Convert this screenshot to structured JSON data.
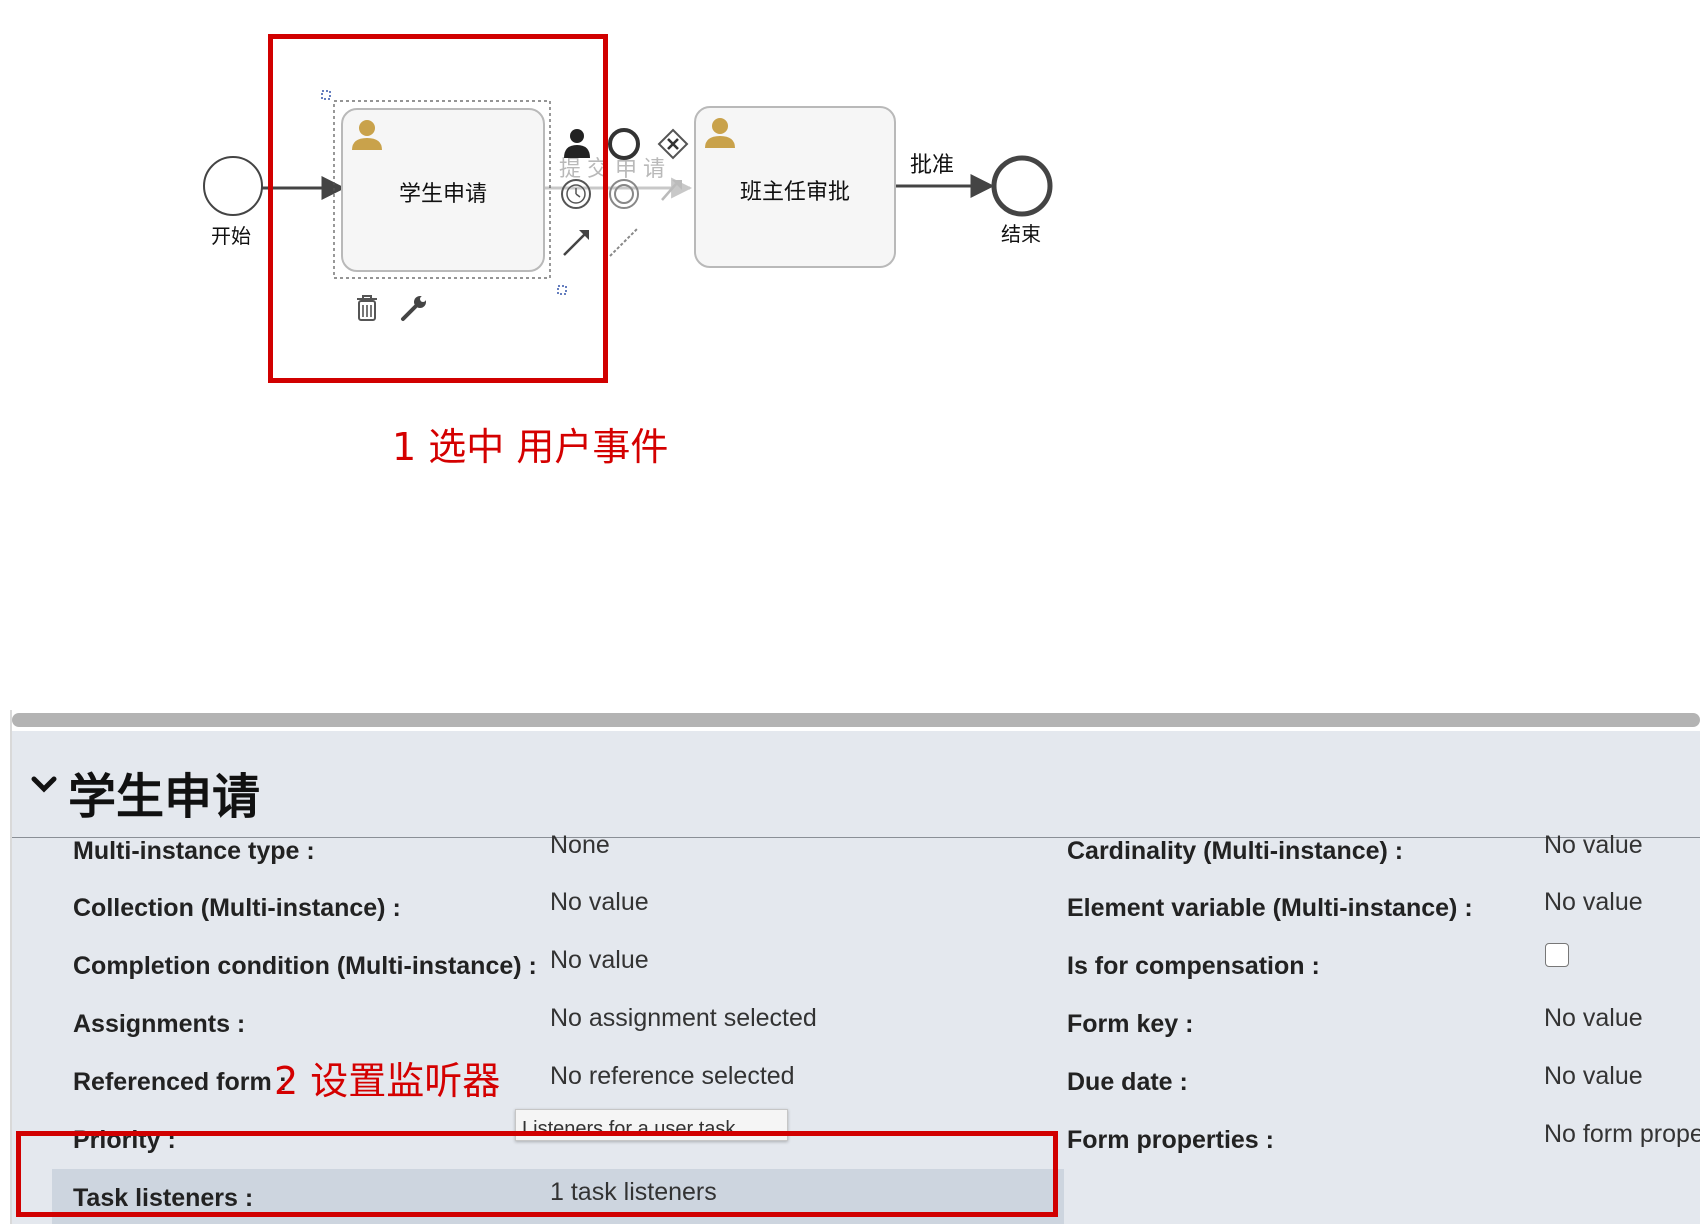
{
  "diagram": {
    "start_label": "开始",
    "end_label": "结束",
    "task1_title": "学生申请",
    "task2_title": "班主任审批",
    "flow1_label": "提交申请",
    "flow2_label": "批准"
  },
  "annotations": {
    "step1": "1 选中 用户事件",
    "step2": "2 设置监听器"
  },
  "colors": {
    "annotation_red": "#d10000",
    "user_icon": "#c9a24b",
    "panel_bg": "#e4e8ee"
  },
  "props": {
    "title": "学生申请",
    "tooltip": "Listeners for a user task",
    "left": [
      {
        "label": "Multi-instance type :",
        "value": "None"
      },
      {
        "label": "Collection (Multi-instance) :",
        "value": "No value"
      },
      {
        "label": "Completion condition (Multi-instance) :",
        "value": "No value"
      },
      {
        "label": "Assignments :",
        "value": "No assignment selected"
      },
      {
        "label": "Referenced form :",
        "value": "No reference selected"
      },
      {
        "label": "Priority :",
        "value": ""
      },
      {
        "label": "Task listeners :",
        "value": "1 task listeners"
      }
    ],
    "right": [
      {
        "label": "Cardinality (Multi-instance) :",
        "value": "No value"
      },
      {
        "label": "Element variable (Multi-instance) :",
        "value": "No value"
      },
      {
        "label": "Is for compensation :",
        "value": ""
      },
      {
        "label": "Form key :",
        "value": "No value"
      },
      {
        "label": "Due date :",
        "value": "No value"
      },
      {
        "label": "Form properties :",
        "value": "No form properties selected"
      }
    ]
  }
}
